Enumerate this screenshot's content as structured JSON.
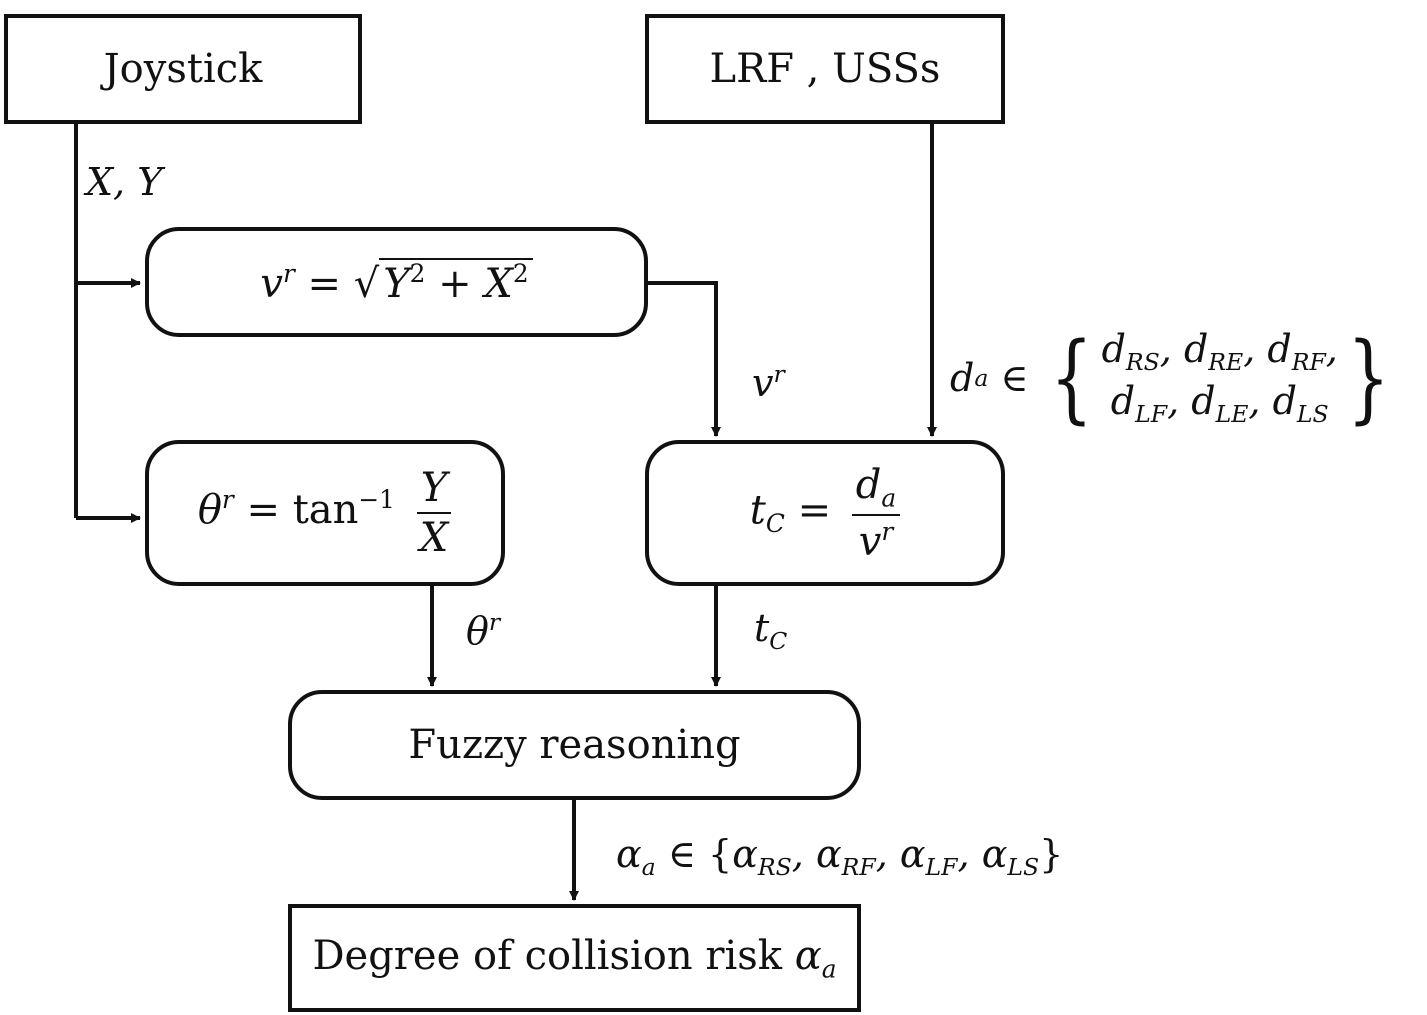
{
  "diagram": {
    "nodes": {
      "joystick": {
        "label": "Joystick"
      },
      "sensors": {
        "label": "LRF , USSs"
      },
      "velocity": {
        "lhs": "v",
        "lhs_sup": "r",
        "eq": "=",
        "radical": "√",
        "radicand_a": "Y",
        "sq_a": "2",
        "plus": "+",
        "radicand_b": "X",
        "sq_b": "2"
      },
      "heading": {
        "lhs": "θ",
        "lhs_sup": "r",
        "eq": "=",
        "func": "tan",
        "func_sup": "−1",
        "num": "Y",
        "den": "X"
      },
      "ttc": {
        "lhs": "t",
        "lhs_sub": "C",
        "eq": "=",
        "num": "d",
        "num_sub": "a",
        "den": "v",
        "den_sup": "r"
      },
      "fuzzy": {
        "label": "Fuzzy reasoning"
      },
      "output": {
        "label": "Degree of collision risk ",
        "sym": "α",
        "sym_sub": "a"
      }
    },
    "edge_labels": {
      "xy": "X, Y",
      "vr": {
        "base": "v",
        "sup": "r"
      },
      "da": {
        "base": "d",
        "sub": "a",
        "op": "∈",
        "open": "{",
        "close": "}",
        "row1": [
          {
            "b": "d",
            "s": "RS"
          },
          {
            "b": "d",
            "s": "RE"
          },
          {
            "b": "d",
            "s": "RF"
          }
        ],
        "row2": [
          {
            "b": "d",
            "s": "LF"
          },
          {
            "b": "d",
            "s": "LE"
          },
          {
            "b": "d",
            "s": "LS"
          }
        ]
      },
      "theta": {
        "base": "θ",
        "sup": "r"
      },
      "tc": {
        "base": "t",
        "sub": "C"
      },
      "alpha": {
        "base": "α",
        "sub": "a",
        "op": "∈",
        "open": "{",
        "close": "}",
        "items": [
          {
            "b": "α",
            "s": "RS"
          },
          {
            "b": "α",
            "s": "RF"
          },
          {
            "b": "α",
            "s": "LF"
          },
          {
            "b": "α",
            "s": "LS"
          }
        ]
      }
    },
    "edges": [
      {
        "from": "joystick",
        "to": "velocity",
        "label": "X, Y"
      },
      {
        "from": "joystick",
        "to": "heading",
        "label": "X, Y"
      },
      {
        "from": "velocity",
        "to": "ttc",
        "label": "v^r"
      },
      {
        "from": "sensors",
        "to": "ttc",
        "label": "d_a"
      },
      {
        "from": "heading",
        "to": "fuzzy",
        "label": "θ^r"
      },
      {
        "from": "ttc",
        "to": "fuzzy",
        "label": "t_C"
      },
      {
        "from": "fuzzy",
        "to": "output",
        "label": "α_a"
      }
    ]
  }
}
